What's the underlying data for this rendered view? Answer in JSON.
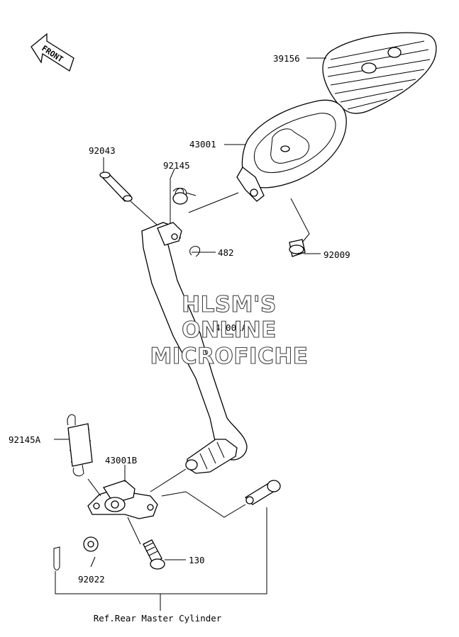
{
  "front_arrow": {
    "text": "FRONT"
  },
  "watermark": {
    "line1": "HLSM'S",
    "line2": "ONLINE",
    "line3": "MICROFICHE"
  },
  "labels": {
    "p39156": "39156",
    "p43001": "43001",
    "p92043": "92043",
    "p92145": "92145",
    "p482": "482",
    "p92009": "92009",
    "p43001A": "43001A",
    "p92145A": "92145A",
    "p43001B": "43001B",
    "p92022": "92022",
    "p130": "130"
  },
  "caption": "Ref.Rear Master Cylinder"
}
